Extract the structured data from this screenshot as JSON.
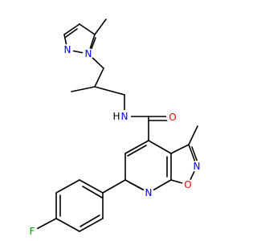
{
  "molecule": {
    "colors": {
      "bond": "#000000",
      "N": "#0000ff",
      "O": "#ff0000",
      "F": "#00aa00",
      "H": "#000000"
    },
    "atoms": {
      "n_pz1": {
        "element": "N",
        "label": "N"
      },
      "n_pz2": {
        "element": "N",
        "label": "N"
      },
      "n_amide": {
        "element": "N",
        "label": "N"
      },
      "h_amide": {
        "element": "H",
        "label": "H"
      },
      "o_carbonyl": {
        "element": "O",
        "label": "O"
      },
      "n_isox": {
        "element": "N",
        "label": "N"
      },
      "o_isox": {
        "element": "O",
        "label": "O"
      },
      "n_pyr": {
        "element": "N",
        "label": "N"
      },
      "f": {
        "element": "F",
        "label": "F"
      }
    }
  }
}
